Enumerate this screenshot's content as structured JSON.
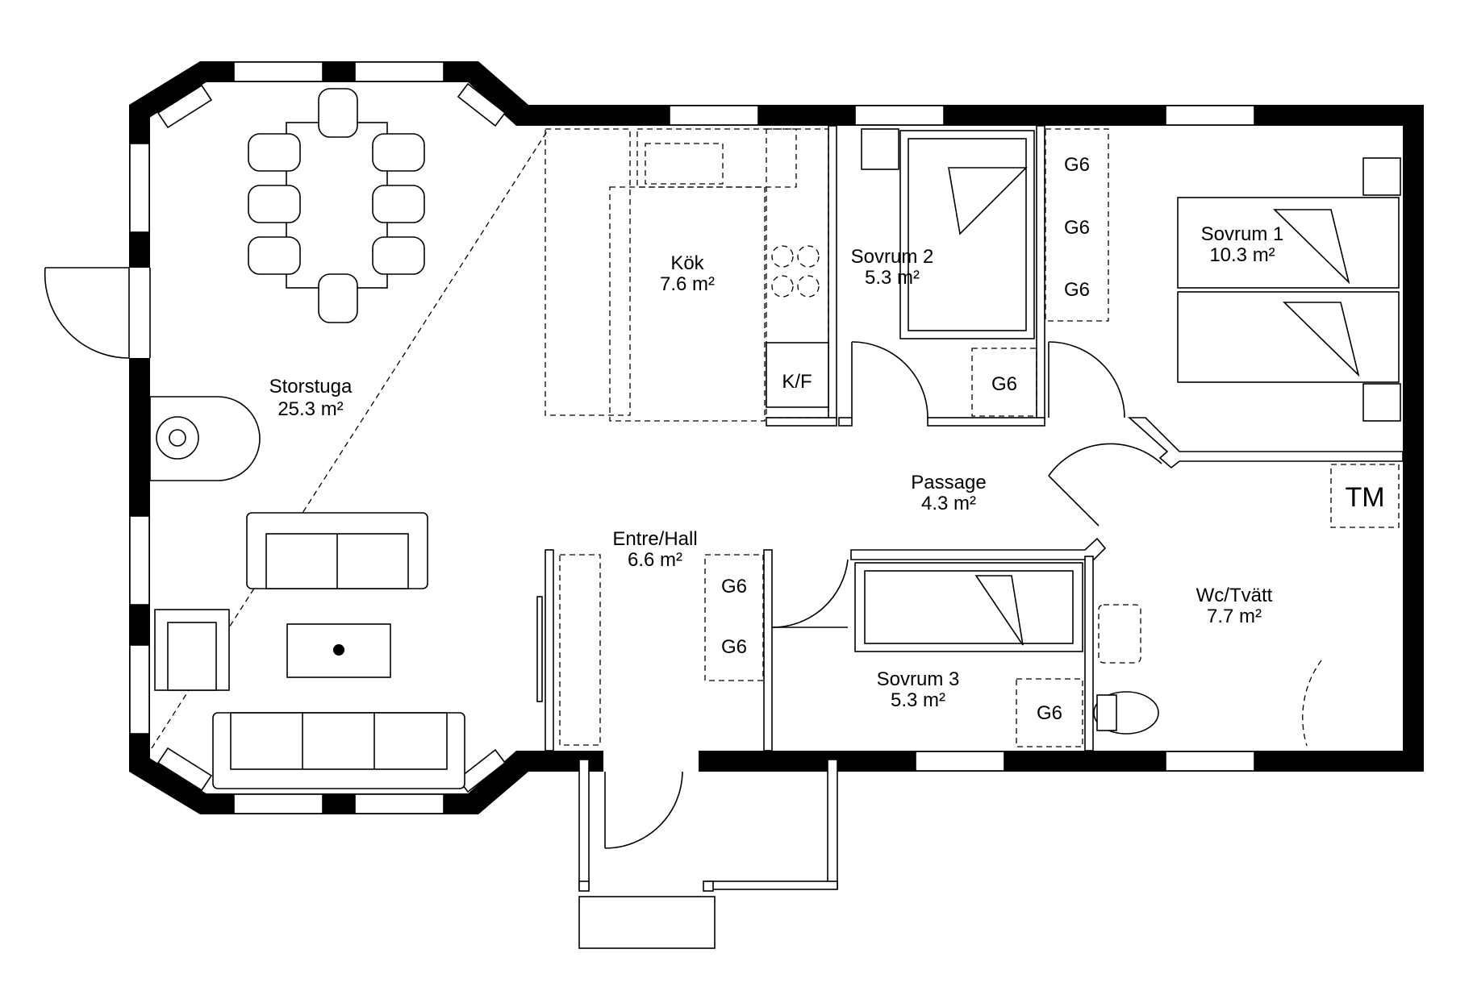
{
  "rooms": {
    "storstuga": {
      "name": "Storstuga",
      "area": "25.3 m²"
    },
    "kok": {
      "name": "Kök",
      "area": "7.6 m²"
    },
    "sovrum2": {
      "name": "Sovrum 2",
      "area": "5.3 m²"
    },
    "sovrum1": {
      "name": "Sovrum 1",
      "area": "10.3 m²"
    },
    "passage": {
      "name": "Passage",
      "area": "4.3 m²"
    },
    "entre": {
      "name": "Entre/Hall",
      "area": "6.6 m²"
    },
    "sovrum3": {
      "name": "Sovrum 3",
      "area": "5.3 m²"
    },
    "wc": {
      "name": "Wc/Tvätt",
      "area": "7.7 m²"
    }
  },
  "labels": {
    "closet": "G6",
    "fridge_freezer": "K/F",
    "dryer": "TM"
  }
}
